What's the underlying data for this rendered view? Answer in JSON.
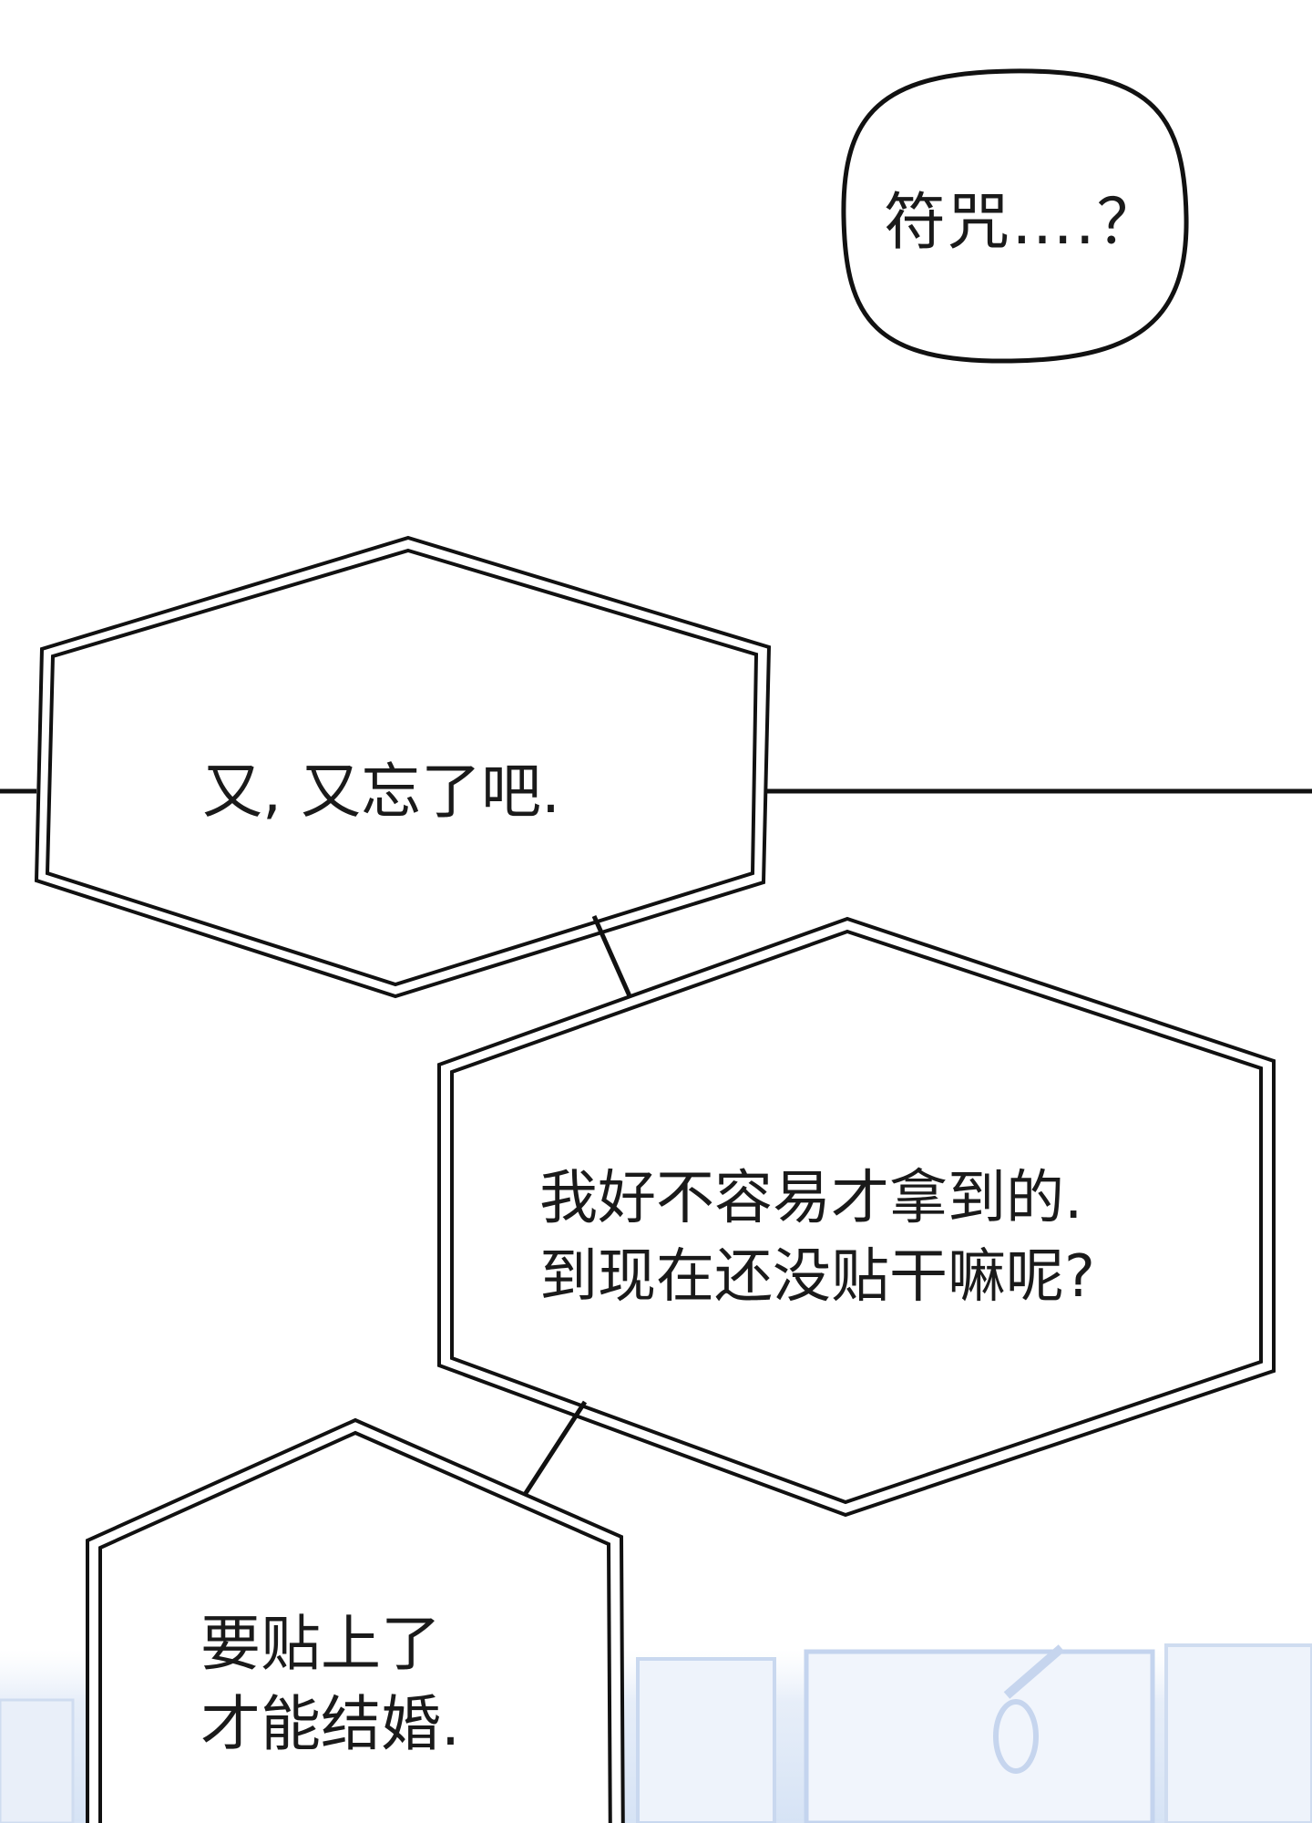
{
  "bubbles": [
    {
      "lines": [
        "符咒….？"
      ]
    },
    {
      "lines": [
        "又, 又忘了吧."
      ]
    },
    {
      "lines": [
        "我好不容易才拿到的.",
        "到现在还没贴干嘛呢?"
      ]
    },
    {
      "lines": [
        "要贴上了",
        "才能结婚."
      ]
    }
  ],
  "colors": {
    "background": "#ffffff",
    "outline": "#111111",
    "text": "#1a1a1a",
    "background_tint": "#dfe9f7"
  }
}
